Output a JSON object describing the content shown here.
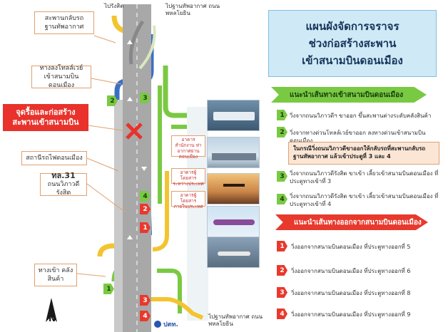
{
  "title": {
    "line1": "แผนผังจัดการจราจร",
    "line2": "ช่วงก่อสร้างสะพาน",
    "line3": "เข้าสนามบินดอนเมือง"
  },
  "inbound": {
    "heading": "แนะนำเส้นทางเข้าสนามบินดอนเมือง",
    "routes": [
      {
        "num": "1",
        "text": "วิ่งจากถนนวิภาวดีฯ ขาออก ขึ้นสะพานต่างระดับคลังสินค้า"
      },
      {
        "num": "2",
        "text": "วิ่งจากทางด่วนโทลล์เวย์ขาออก ลงทางด่วนเข้าสนามบินดอนเมือง"
      },
      {
        "num": "3",
        "text": "วิ่งจากถนนวิภาวดีรังสิต ขาเข้า เลี้ยวเข้าสนามบินดอนเมือง ที่ประตูทางเข้าที่ 3"
      },
      {
        "num": "4",
        "text": "วิ่งจากถนนวิภาวดีรังสิต ขาเข้า เลี้ยวเข้าสนามบินดอนเมือง ที่ประตูทางเข้าที่ 4"
      }
    ],
    "note": "ในกรณีวิ่งถนนวิภาวดีขาออกให้กลับรถที่สะพานกลับรถฐานทัพอากาศ แล้วเข้าประตูที่ 3 และ 4"
  },
  "outbound": {
    "heading": "แนะนำเส้นทางออกจากสนามบินดอนเมือง",
    "routes": [
      {
        "num": "1",
        "text": "วิ่งออกจากสนามบินดอนเมือง ที่ประตูทางออกที่ 5"
      },
      {
        "num": "2",
        "text": "วิ่งออกจากสนามบินดอนเมือง ที่ประตูทางออกที่ 6"
      },
      {
        "num": "3",
        "text": "วิ่งออกจากสนามบินดอนเมือง ที่ประตูทางออกที่ 8"
      },
      {
        "num": "4",
        "text": "วิ่งออกจากสนามบินดอนเมือง ที่ประตูทางออกที่ 9"
      }
    ]
  },
  "callouts": {
    "bridge_airforce": "สะพานกลับรถฐานทัพอากาศ",
    "tollway_exit": "ทางลงโทลล์เวย์ เข้าสนามบินดอนเมือง",
    "construction": "จุดรื้อและก่อสร้าง สะพานเข้าสนามบิน",
    "station": "สถานีรถไฟดอนเมือง",
    "highway": "ทล.31",
    "highway_sub": "ถนนวิภาวดี รังสิต",
    "cargo": "ทางเข้า คลังสินค้า"
  },
  "road_labels": {
    "to_rangsit": "ไปรังสิต",
    "to_airforce_top": "ไปฐานทัพอากาศ ถนนพหลโยธิน",
    "to_airforce_bottom": "ไปฐานทัพอากาศ ถนนพหลโยธิน"
  },
  "tags": {
    "terminal_office": "อาคารสำนักงาน ท่าอากาศยาน ดอนเมือง",
    "terminal_intl": "อาคารผู้โดยสาร ระหว่างประเทศ",
    "terminal_dom": "อาคารผู้โดยสาร ภายในประเทศ"
  },
  "logo": "ปตท.",
  "compass": "N",
  "colors": {
    "inbound_green": "#7ac943",
    "outbound_red": "#e8392d",
    "road_gray": "#a8a8a8",
    "route_blue": "#3b6fc4",
    "route_yellow": "#f4c430",
    "construction_red": "#e8322b"
  }
}
